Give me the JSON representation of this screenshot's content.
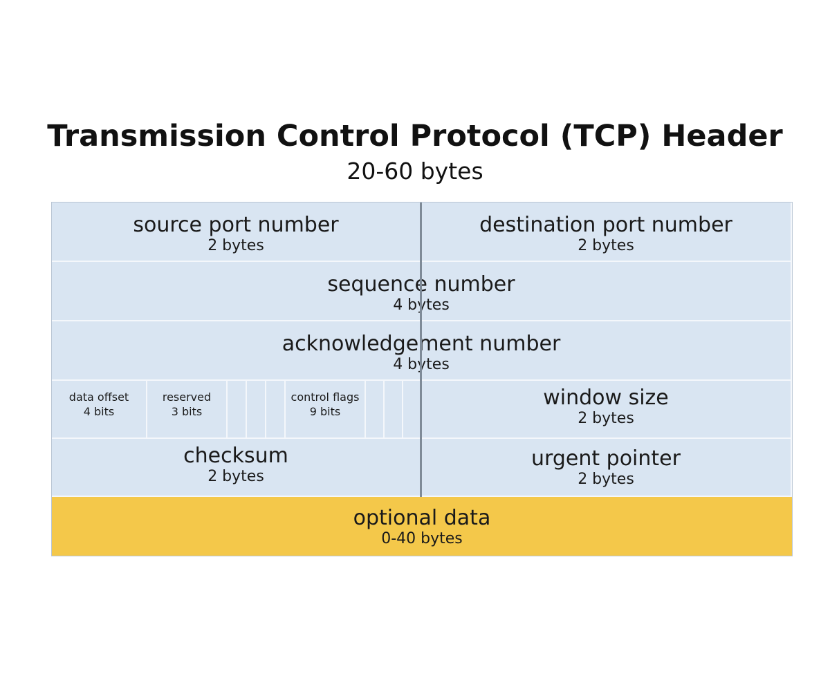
{
  "header": {
    "title": "Transmission Control Protocol (TCP) Header",
    "size": "20-60 bytes"
  },
  "fields": {
    "source_port": {
      "name": "source port number",
      "size": "2 bytes"
    },
    "destination_port": {
      "name": "destination port number",
      "size": "2 bytes"
    },
    "sequence_number": {
      "name": "sequence number",
      "size": "4 bytes"
    },
    "acknowledgement_number": {
      "name": "acknowledgement number",
      "size": "4 bytes"
    },
    "data_offset": {
      "name": "data offset",
      "size": "4 bits"
    },
    "reserved": {
      "name": "reserved",
      "size": "3 bits"
    },
    "control_flags": {
      "name": "control flags",
      "size": "9 bits"
    },
    "window_size": {
      "name": "window size",
      "size": "2 bytes"
    },
    "checksum": {
      "name": "checksum",
      "size": "2 bytes"
    },
    "urgent_pointer": {
      "name": "urgent pointer",
      "size": "2 bytes"
    },
    "optional_data": {
      "name": "optional data",
      "size": "0-40 bytes"
    }
  },
  "colors": {
    "field_fill": "#d9e5f2",
    "optional_fill": "#f4c84a",
    "text": "#111111"
  }
}
